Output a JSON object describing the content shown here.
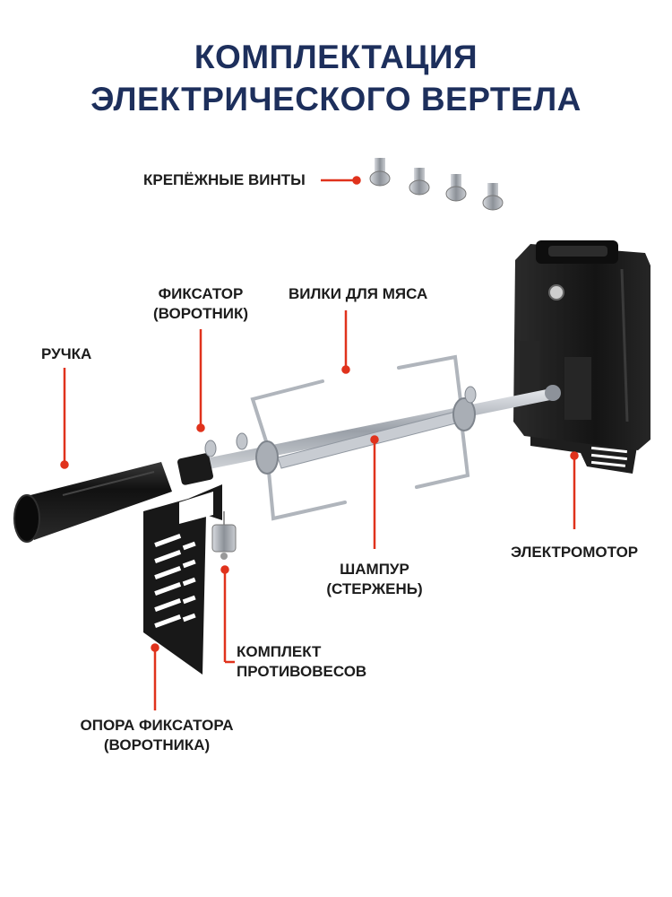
{
  "title": {
    "line1": "КОМПЛЕКТАЦИЯ",
    "line2": "ЭЛЕКТРИЧЕСКОГО ВЕРТЕЛА"
  },
  "labels": {
    "screws": "КРЕПЁЖНЫЕ ВИНТЫ",
    "clamp_line1": "ФИКСАТОР",
    "clamp_line2": "(ВОРОТНИК)",
    "forks": "ВИЛКИ ДЛЯ МЯСА",
    "handle": "РУЧКА",
    "motor": "ЭЛЕКТРОМОТОР",
    "spit_line1": "ШАМПУР",
    "spit_line2": "(СТЕРЖЕНЬ)",
    "counterweight_line1": "КОМПЛЕКТ",
    "counterweight_line2": "ПРОТИВОВЕСОВ",
    "support_line1": "ОПОРА ФИКСАТОРА",
    "support_line2": "(ВОРОТНИКА)"
  },
  "colors": {
    "title": "#1d2f5c",
    "pointer": "#e0321c",
    "metal": "#b8bcc2",
    "black_part": "#1a1a1a"
  }
}
